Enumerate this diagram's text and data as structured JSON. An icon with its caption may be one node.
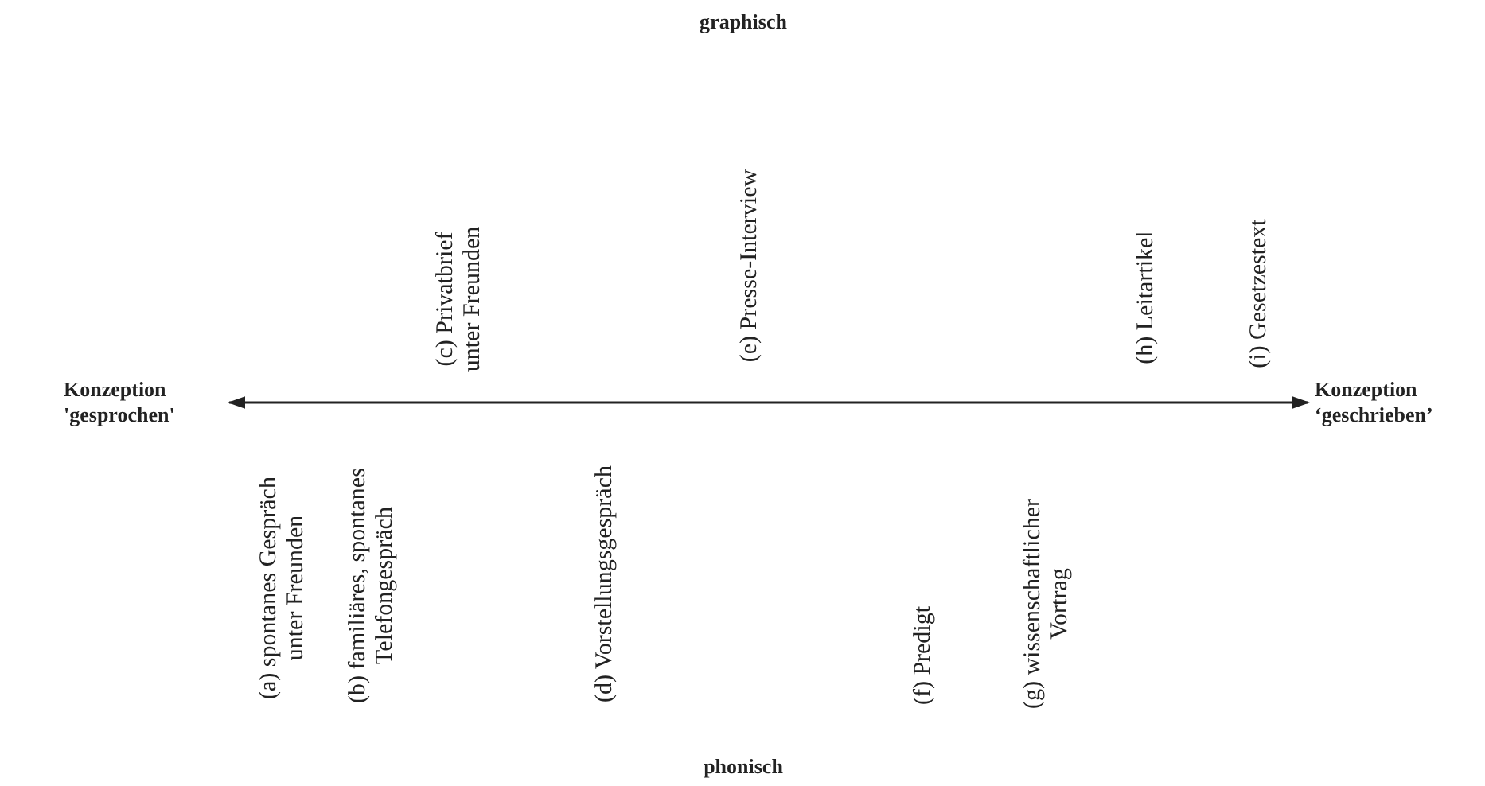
{
  "diagram": {
    "nodes": [
      {
        "text": [
          "Konzeption 'gesprochen'"
        ]
      },
      {
        "text": [
          "Konzeption ‘geschrieben’"
        ]
      }
    ],
    "edges": [
      {
        "from": 0,
        "to": 1,
        "arrow": "both"
      }
    ],
    "labels": [
      "graphisch",
      "(c) Privatbrief unter Freunden",
      "(e) Presse-Interview",
      "(h) Leitartikel",
      "(i) Gesetzestext",
      "(a) spontanes Gespräch unter Freunden",
      "(b) familiäres, spontanes Telefongespräch",
      "(d) Vorstellungsgespräch",
      "(f) Predigt",
      "(g) wissenschaftlicher Vortrag",
      "phonisch"
    ]
  }
}
